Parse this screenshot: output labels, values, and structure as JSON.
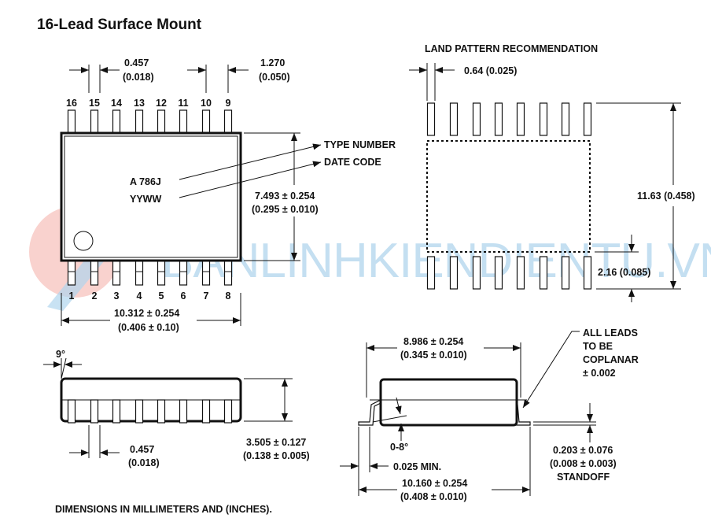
{
  "title": "16-Lead Surface Mount",
  "top_view": {
    "pins_top": [
      "16",
      "15",
      "14",
      "13",
      "12",
      "11",
      "10",
      "9"
    ],
    "pins_bottom": [
      "1",
      "2",
      "3",
      "4",
      "5",
      "6",
      "7",
      "8"
    ],
    "lead_width": [
      "0.457",
      "(0.018)"
    ],
    "pitch": [
      "1.270",
      "(0.050)"
    ],
    "marking": [
      "A 786J",
      "YYWW"
    ],
    "callouts": [
      "TYPE NUMBER",
      "DATE CODE"
    ],
    "body_width": [
      "7.493 ± 0.254",
      "(0.295 ± 0.010)"
    ],
    "body_length": [
      "10.312 ± 0.254",
      "(0.406 ± 0.10)"
    ]
  },
  "land_pattern": {
    "title": "LAND PATTERN RECOMMENDATION",
    "pad_width": "0.64 (0.025)",
    "overall": "11.63 (0.458)",
    "pad_length": "2.16 (0.085)"
  },
  "side_view": {
    "angle": "9°",
    "lead_width": [
      "0.457",
      "(0.018)"
    ],
    "height": [
      "3.505 ± 0.127",
      "(0.138 ± 0.005)"
    ]
  },
  "end_view": {
    "body_width": [
      "8.986 ± 0.254",
      "(0.345 ± 0.010)"
    ],
    "coplanar": [
      "ALL LEADS",
      "TO BE",
      "COPLANAR",
      "± 0.002"
    ],
    "angle": "0-8°",
    "min": "0.025 MIN.",
    "overall": [
      "10.160 ± 0.254",
      "(0.408 ± 0.010)"
    ],
    "standoff": [
      "0.203 ± 0.076",
      "(0.008 ± 0.003)",
      "STANDOFF"
    ]
  },
  "footer": "DIMENSIONS IN MILLIMETERS AND (INCHES).",
  "watermark": "BANLINHKIENDIENTU.VN"
}
